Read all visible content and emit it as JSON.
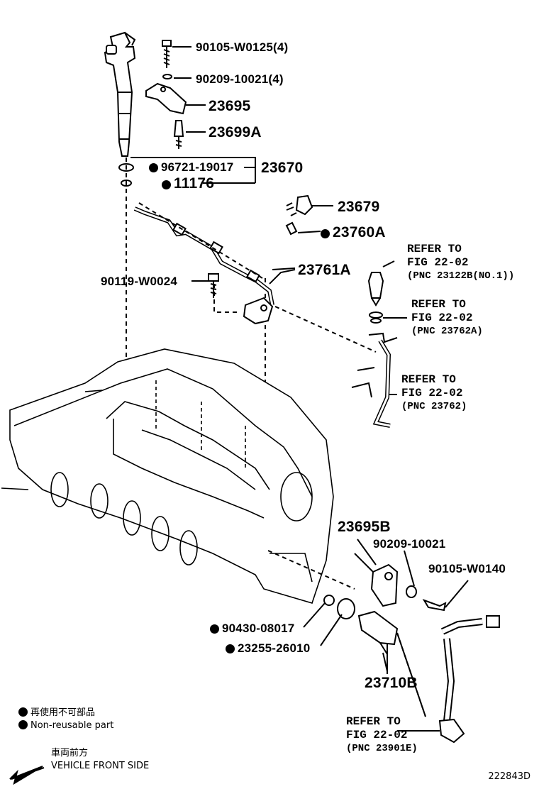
{
  "parts": {
    "p1": "90105-W0125(4)",
    "p2": "90209-10021(4)",
    "p3": "23695",
    "p4": "23699A",
    "p5": "96721-19017",
    "p6": "23670",
    "p7": "11176",
    "p8": "23679",
    "p9": "23760A",
    "p10": "23761A",
    "p11": "90119-W0024",
    "p12": "23695B",
    "p13": "90209-10021",
    "p14": "90105-W0140",
    "p15": "90430-08017",
    "p16": "23255-26010",
    "p17": "23710B"
  },
  "refs": [
    {
      "line1": "REFER TO",
      "line2": "FIG 22-02",
      "pnc": "(PNC 23122B(NO.1))"
    },
    {
      "line1": "REFER TO",
      "line2": "FIG 22-02",
      "pnc": "(PNC 23762A)"
    },
    {
      "line1": "REFER TO",
      "line2": "FIG 22-02",
      "pnc": "(PNC 23762)"
    },
    {
      "line1": "REFER TO",
      "line2": "FIG 22-02",
      "pnc": "(PNC 23901E)"
    }
  ],
  "legend": {
    "jp_nonreusable": "再使用不可部品",
    "en_nonreusable": "Non-reusable part",
    "jp_front": "車両前方",
    "en_front": "VEHICLE FRONT SIDE"
  },
  "figure_code": "222843D"
}
